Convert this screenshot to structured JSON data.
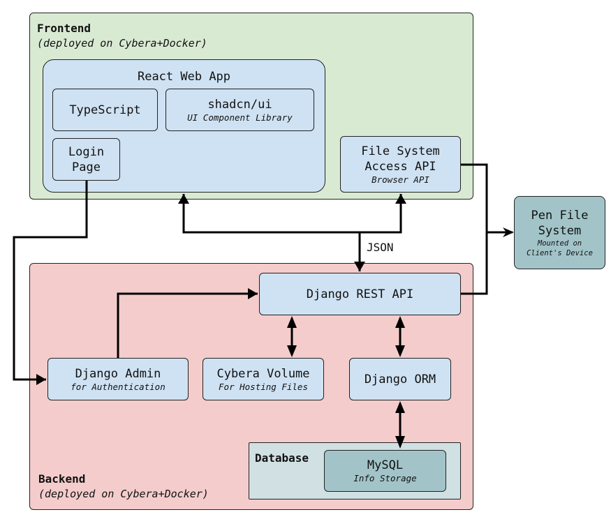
{
  "frontend": {
    "title": "Frontend",
    "subtitle": "(deployed on Cybera+Docker)",
    "react_app": {
      "title": "React Web App",
      "typescript": "TypeScript",
      "shadcn": {
        "title": "shadcn/ui",
        "subtitle": "UI Component Library"
      },
      "login": {
        "line1": "Login",
        "line2": "Page"
      }
    },
    "fs_api": {
      "line1": "File System",
      "line2": "Access API",
      "subtitle": "Browser API"
    }
  },
  "external": {
    "pen_fs": {
      "line1": "Pen File",
      "line2": "System",
      "sub1": "Mounted on",
      "sub2": "Client's Device"
    }
  },
  "connector_labels": {
    "json": "JSON"
  },
  "backend": {
    "title": "Backend",
    "subtitle": "(deployed on Cybera+Docker)",
    "rest_api": "Django REST API",
    "admin": {
      "title": "Django Admin",
      "subtitle": "for Authentication"
    },
    "volume": {
      "title": "Cybera Volume",
      "subtitle": "For Hosting Files"
    },
    "orm": "Django ORM",
    "database": {
      "title": "Database",
      "mysql": {
        "title": "MySQL",
        "subtitle": "Info Storage"
      }
    }
  },
  "colors": {
    "frontend_bg": "#d9ead3",
    "backend_bg": "#f4cccc",
    "component_bg": "#cfe2f3",
    "database_bg": "#d0e0e3",
    "storage_bg": "#a2c4c9"
  }
}
